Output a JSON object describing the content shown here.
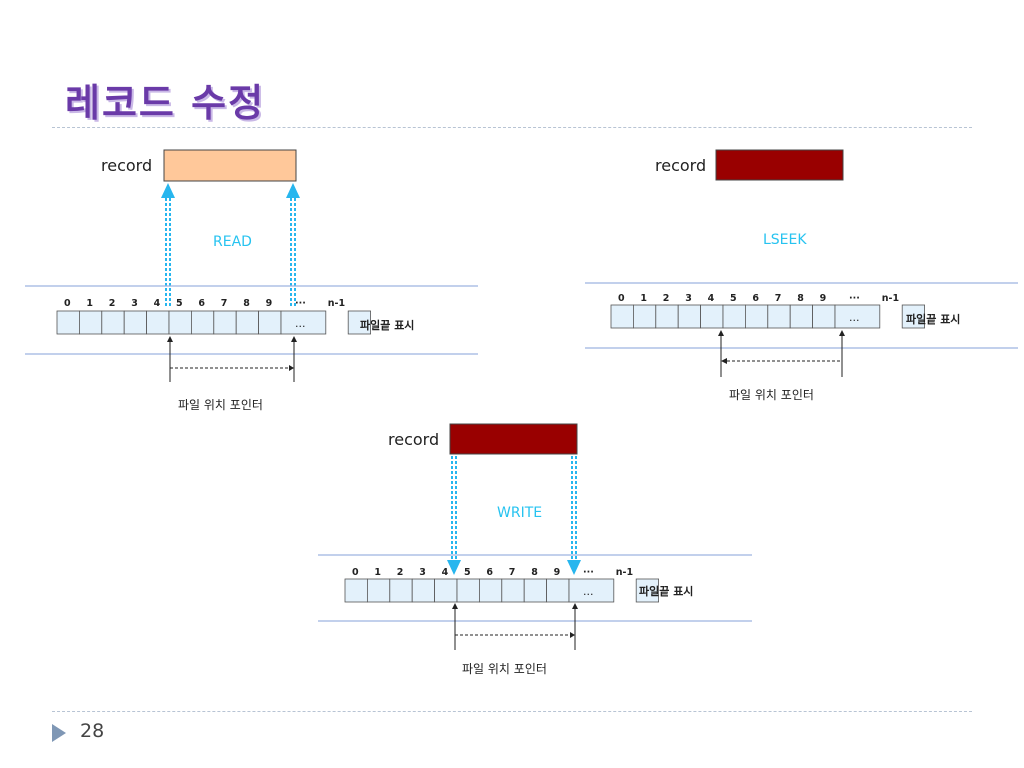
{
  "slide": {
    "title": "레코드 수정",
    "page_number": "28"
  },
  "panels": {
    "read": {
      "record_label": "record",
      "op_label": "READ",
      "record_color": "#ffc89a",
      "indices": [
        "0",
        "1",
        "2",
        "3",
        "4",
        "5",
        "6",
        "7",
        "8",
        "9",
        "···",
        "n-1"
      ],
      "ellipsis": "...",
      "eof_label": "파일끝 표시",
      "pointer_label": "파일 위치 포인터"
    },
    "lseek": {
      "record_label": "record",
      "op_label": "LSEEK",
      "record_color": "#990000",
      "indices": [
        "0",
        "1",
        "2",
        "3",
        "4",
        "5",
        "6",
        "7",
        "8",
        "9",
        "···",
        "n-1"
      ],
      "ellipsis": "...",
      "eof_label": "파일끝 표시",
      "pointer_label": "파일 위치 포인터"
    },
    "write": {
      "record_label": "record",
      "op_label": "WRITE",
      "record_color": "#990000",
      "indices": [
        "0",
        "1",
        "2",
        "3",
        "4",
        "5",
        "6",
        "7",
        "8",
        "9",
        "···",
        "n-1"
      ],
      "ellipsis": "...",
      "eof_label": "파일끝 표시",
      "pointer_label": "파일 위치 포인터"
    }
  },
  "colors": {
    "title": "#6a3aa8",
    "op_label": "#27c3f0",
    "arrow": "#27b6ee",
    "cell_fill": "#e3f1fb",
    "band_line": "#9db4e0"
  }
}
